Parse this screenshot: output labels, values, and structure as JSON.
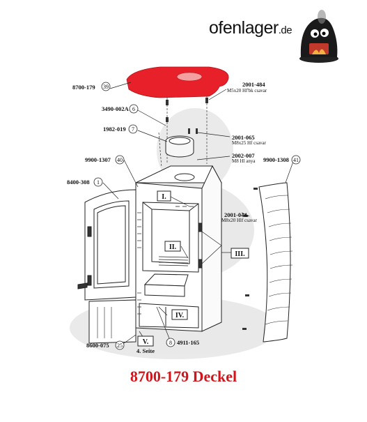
{
  "brand": {
    "name": "ofenlager",
    "tld": ".de"
  },
  "caption": "8700-179 Deckel",
  "highlight_color": "#e8202a",
  "parts": [
    {
      "number": "8700-179",
      "position": "39"
    },
    {
      "number": "3490-002A",
      "position": "6"
    },
    {
      "number": "1982-019",
      "position": "7"
    },
    {
      "number": "9900-1307",
      "position": "40"
    },
    {
      "number": "8400-308",
      "position": "1"
    },
    {
      "number": "9900-1308",
      "position": "41"
    },
    {
      "number": "8600-075",
      "position": "25"
    },
    {
      "number": "4911-165",
      "position": "8"
    }
  ],
  "screws": [
    {
      "number": "2001-484",
      "spec": "M5x20 Hf'bk csavar"
    },
    {
      "number": "2001-065",
      "spec": "M8x25 Hf csavar"
    },
    {
      "number": "2002-007",
      "spec": "M8 Hl anya"
    },
    {
      "number": "2001-044",
      "spec": "M8x20 Hlf csavar"
    }
  ],
  "sections": [
    "I.",
    "II.",
    "III.",
    "IV.",
    "V."
  ],
  "side_note": "4. Seite"
}
